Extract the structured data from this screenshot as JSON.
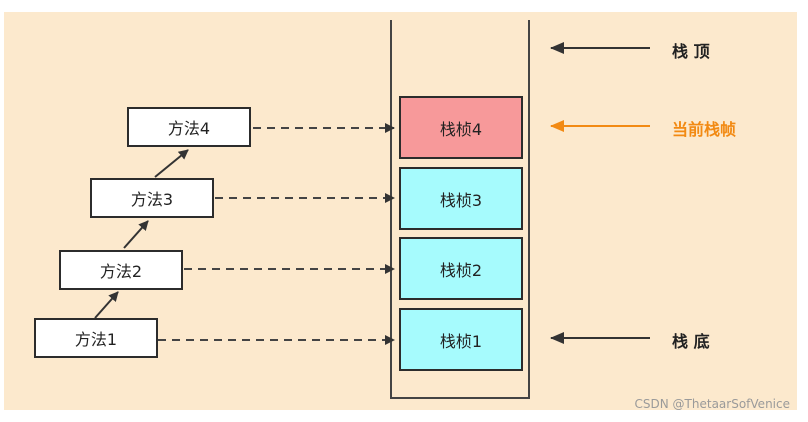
{
  "methods": [
    "方法1",
    "方法2",
    "方法3",
    "方法4"
  ],
  "frames": [
    "栈桢1",
    "栈桢2",
    "栈桢3",
    "栈桢4"
  ],
  "labels": {
    "top": "栈 顶",
    "current": "当前栈帧",
    "bottom": "栈 底"
  },
  "watermark": "CSDN @ThetaarSofVenice",
  "colors": {
    "background": "#fce9cd",
    "frame": "#a6fbfd",
    "current_frame": "#f7999a",
    "current_arrow": "#f28a13"
  }
}
